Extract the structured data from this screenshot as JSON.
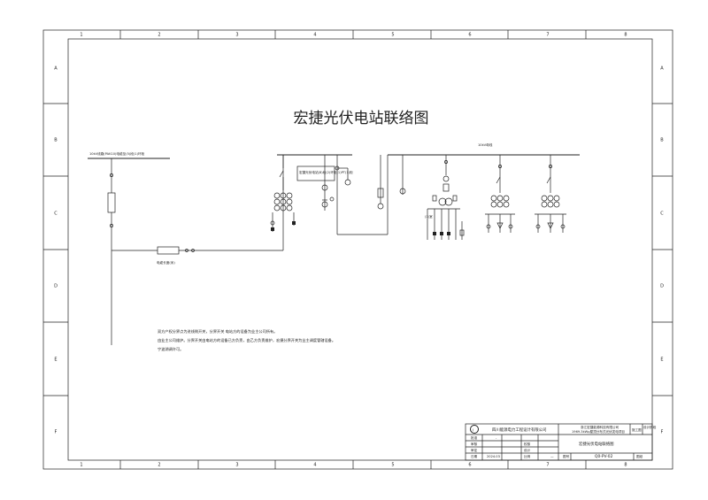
{
  "drawing": {
    "title": "宏捷光伏电站联络图",
    "column_labels": [
      "1",
      "2",
      "3",
      "4",
      "5",
      "6",
      "7",
      "8"
    ],
    "row_labels": [
      "A",
      "B",
      "C",
      "D",
      "E",
      "F"
    ],
    "left_bus_label": "10kV线路(PAK10)电缆至(5)段(1)环柜",
    "right_bus_label": "10kV母线",
    "left_box_label": "宏捷光伏电站(8)段(2)环柜(1)PT(1)柜",
    "left_cable_label": "电缆长度(米)",
    "rel_label": "(1)室",
    "notes": [
      "双方产权分界点为进线侧开关，分界开关  电站方的设备为业主公司所有。",
      "由业主公司维护。分界开关由电站方的设备已方负责，由乙方负责维护，宏捷分界开关为业主调度管辖设备。",
      "宁波湖调许可。"
    ]
  },
  "title_block": {
    "company": "四川能源电力工程设计有限公司",
    "client": "浙江宏捷能源科技有限公司",
    "project": "1969.3kWp屋顶分布式光伏发电项目",
    "stage": "施工图",
    "stage_extra": "设计阶段",
    "drawing_name": "宏捷光伏电站联络图",
    "drawing_no": "Q0-PV-02",
    "version_label": "图纸",
    "rows": [
      {
        "k": "批准",
        "v1": "-",
        "k2": "",
        "v2": ""
      },
      {
        "k": "审核",
        "v1": "",
        "k2": "校核",
        "v2": ""
      },
      {
        "k": "审定",
        "v1": "",
        "k2": "设计",
        "v2": ""
      },
      {
        "k": "日期",
        "v1": "2024.03",
        "k2": "比例",
        "v2": "—"
      }
    ],
    "tag_no": "图号"
  }
}
